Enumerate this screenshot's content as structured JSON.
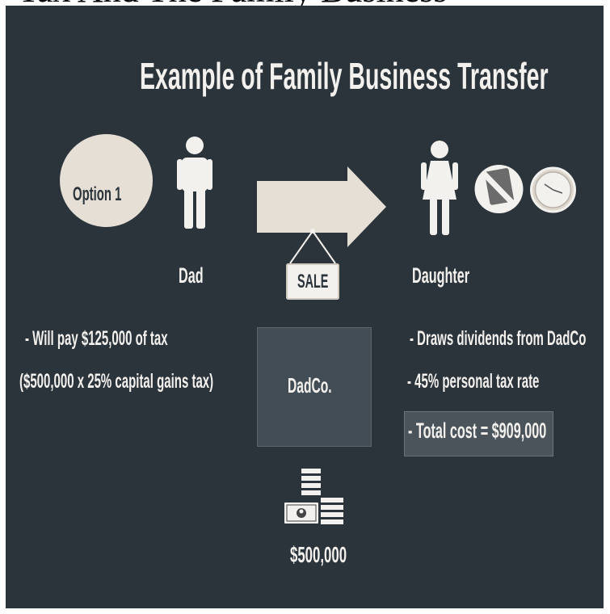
{
  "page": {
    "title": "Tax And The Family Business"
  },
  "slide": {
    "heading": "Example of Family Business Transfer",
    "option_label": "Option 1",
    "dad_label": "Dad",
    "daughter_label": "Daughter",
    "sale_label": "SALE",
    "dad_notes": [
      "- Will pay $125,000 of tax",
      "($500,000 x 25% capital gains tax)"
    ],
    "company_label": "DadCo.",
    "daughter_notes": [
      "- Draws dividends from DadCo",
      "- 45% personal tax rate"
    ],
    "total_cost": "- Total cost = $909,000",
    "amount": "$500,000",
    "icons": [
      "male-person-icon",
      "female-person-icon",
      "no-cash-icon",
      "clock-icon",
      "money-stack-icon",
      "arrow-icon"
    ],
    "colors": {
      "background": "#2b333b",
      "accent": "#e6dfd5",
      "text": "#f3f1ee",
      "box": "#434d55"
    }
  }
}
